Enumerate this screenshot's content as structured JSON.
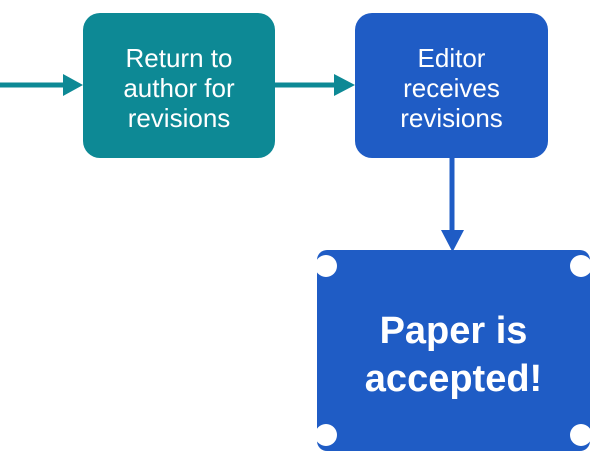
{
  "colors": {
    "teal": "#0D8995",
    "blue": "#1F5CC5",
    "label_text": "#FFFFFF",
    "background": "#FFFFFF"
  },
  "flowchart": {
    "nodes": [
      {
        "id": "return-for-revisions",
        "label": "Return to\nauthor for\nrevisions",
        "shape": "rounded-rectangle",
        "fill": "teal"
      },
      {
        "id": "editor-receives-revisions",
        "label": "Editor\nreceives\nrevisions",
        "shape": "rounded-rectangle",
        "fill": "blue"
      },
      {
        "id": "paper-accepted",
        "label": "Paper is\naccepted!",
        "shape": "plaque-notched-corners",
        "fill": "blue",
        "emphasis": "bold"
      }
    ],
    "connectors": [
      {
        "id": "incoming-from-left",
        "from": "offscreen-left",
        "to": "return-for-revisions",
        "direction": "right",
        "color": "teal"
      },
      {
        "id": "return-to-editor",
        "from": "return-for-revisions",
        "to": "editor-receives-revisions",
        "direction": "right",
        "color": "teal"
      },
      {
        "id": "editor-to-accepted",
        "from": "editor-receives-revisions",
        "to": "paper-accepted",
        "direction": "down",
        "color": "blue"
      }
    ]
  }
}
